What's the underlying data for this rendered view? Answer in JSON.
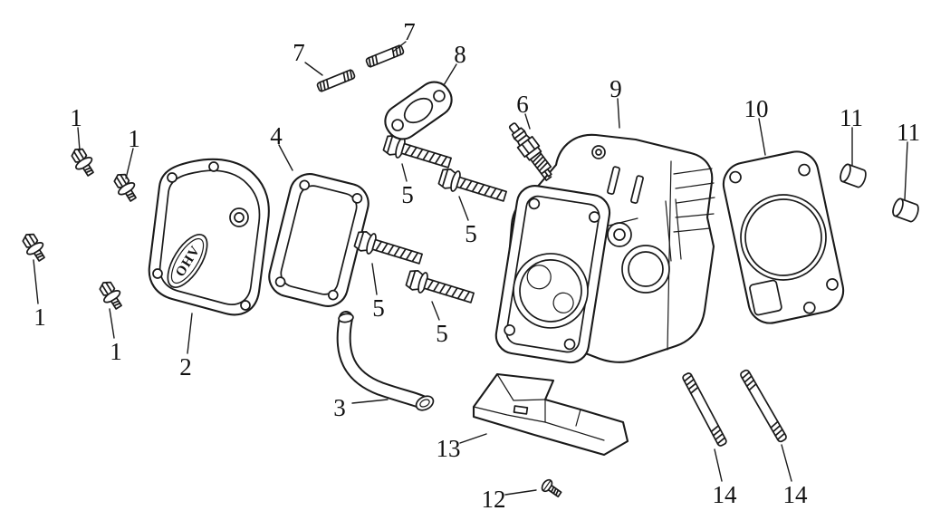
{
  "canvas": {
    "background_color": "#ffffff",
    "line_color": "#1a1a1a"
  },
  "diagram": {
    "cover_text": "OHV",
    "callouts": [
      {
        "label": "1"
      },
      {
        "label": "1"
      },
      {
        "label": "1"
      },
      {
        "label": "1"
      },
      {
        "label": "2"
      },
      {
        "label": "3"
      },
      {
        "label": "4"
      },
      {
        "label": "5"
      },
      {
        "label": "5"
      },
      {
        "label": "5"
      },
      {
        "label": "5"
      },
      {
        "label": "6"
      },
      {
        "label": "7"
      },
      {
        "label": "7"
      },
      {
        "label": "8"
      },
      {
        "label": "9"
      },
      {
        "label": "10"
      },
      {
        "label": "11"
      },
      {
        "label": "11"
      },
      {
        "label": "12"
      },
      {
        "label": "13"
      },
      {
        "label": "14"
      },
      {
        "label": "14"
      }
    ]
  }
}
